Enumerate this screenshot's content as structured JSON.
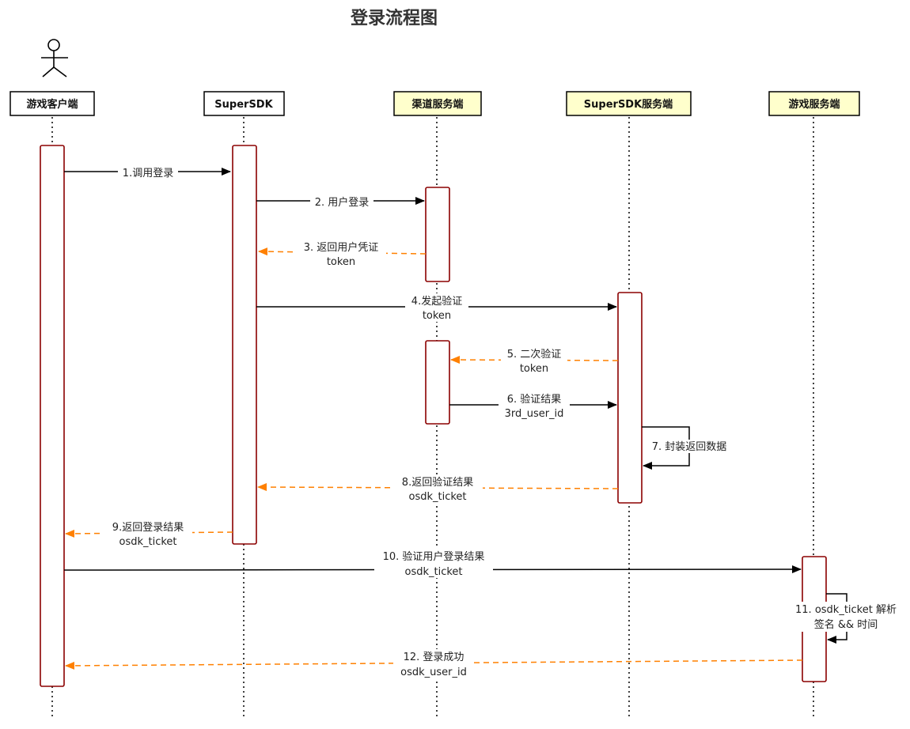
{
  "title": "登录流程图",
  "colors": {
    "activation_border": "#8B0000",
    "server_fill": "#FFFFCC",
    "client_fill": "#FFFFFF",
    "request_arrow": "#000000",
    "return_arrow": "#FF8000"
  },
  "participants": [
    {
      "id": "game_client",
      "name": "游戏客户端",
      "actor": true,
      "fill": "#FFFFFF"
    },
    {
      "id": "supersdk",
      "name": "SuperSDK",
      "actor": false,
      "fill": "#FFFFFF"
    },
    {
      "id": "channel_server",
      "name": "渠道服务端",
      "actor": false,
      "fill": "#FFFFCC"
    },
    {
      "id": "supersdk_server",
      "name": "SuperSDK服务端",
      "actor": false,
      "fill": "#FFFFCC"
    },
    {
      "id": "game_server",
      "name": "游戏服务端",
      "actor": false,
      "fill": "#FFFFCC"
    }
  ],
  "messages": [
    {
      "id": 1,
      "from": "game_client",
      "to": "supersdk",
      "type": "request",
      "lines": [
        "1.调用登录"
      ]
    },
    {
      "id": 2,
      "from": "supersdk",
      "to": "channel_server",
      "type": "request",
      "lines": [
        "2. 用户登录"
      ]
    },
    {
      "id": 3,
      "from": "channel_server",
      "to": "supersdk",
      "type": "return",
      "lines": [
        "3. 返回用户凭证",
        "token"
      ]
    },
    {
      "id": 4,
      "from": "supersdk",
      "to": "supersdk_server",
      "type": "request",
      "lines": [
        "4.发起验证",
        "token"
      ]
    },
    {
      "id": 5,
      "from": "supersdk_server",
      "to": "channel_server",
      "type": "return",
      "lines": [
        "5. 二次验证",
        "token"
      ]
    },
    {
      "id": 6,
      "from": "channel_server",
      "to": "supersdk_server",
      "type": "request",
      "lines": [
        "6. 验证结果",
        "3rd_user_id"
      ]
    },
    {
      "id": 7,
      "from": "supersdk_server",
      "to": "supersdk_server",
      "type": "self",
      "lines": [
        "7. 封装返回数据"
      ]
    },
    {
      "id": 8,
      "from": "supersdk_server",
      "to": "supersdk",
      "type": "return",
      "lines": [
        "8.返回验证结果",
        "osdk_ticket"
      ]
    },
    {
      "id": 9,
      "from": "supersdk",
      "to": "game_client",
      "type": "return",
      "lines": [
        "9.返回登录结果",
        "osdk_ticket"
      ]
    },
    {
      "id": 10,
      "from": "game_client",
      "to": "game_server",
      "type": "request",
      "lines": [
        "10. 验证用户登录结果",
        "osdk_ticket"
      ]
    },
    {
      "id": 11,
      "from": "game_server",
      "to": "game_server",
      "type": "self",
      "lines": [
        "11. osdk_ticket 解析",
        "签名 && 时间"
      ]
    },
    {
      "id": 12,
      "from": "game_server",
      "to": "game_client",
      "type": "return",
      "lines": [
        "12. 登录成功",
        "osdk_user_id"
      ]
    }
  ]
}
